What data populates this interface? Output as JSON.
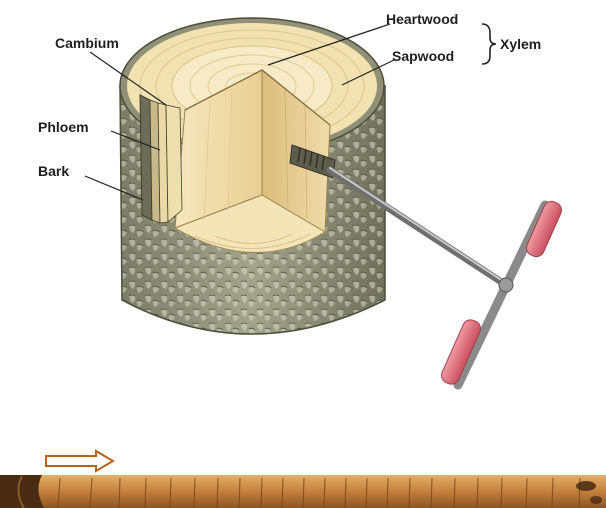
{
  "labels": {
    "cambium": "Cambium",
    "phloem": "Phloem",
    "bark": "Bark",
    "heartwood": "Heartwood",
    "sapwood": "Sapwood",
    "xylem": "Xylem"
  },
  "icons": {
    "arrow": "right-arrow-icon",
    "borer": "increment-borer-icon"
  },
  "colors": {
    "bark": "#8f9077",
    "bark_dark": "#5d5e49",
    "wood_top": "#f3e3b6",
    "wood_face": "#ecd7a0",
    "heartwood_face": "#f6ebc9",
    "core_sample": "#c8813d",
    "borer_handle": "#e0707a",
    "arrow": "#b8621a"
  }
}
